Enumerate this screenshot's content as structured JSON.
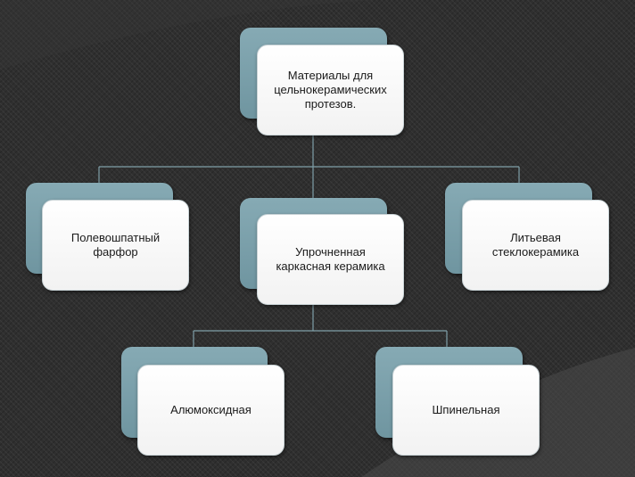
{
  "diagram": {
    "root": {
      "label": "Материалы для\nцельнокерамических\nпротезов."
    },
    "level1": [
      {
        "label": "Полевошпатный\nфарфор"
      },
      {
        "label": "Упрочненная\nкаркасная керамика"
      },
      {
        "label": "Литьевая\nстеклокерамика"
      }
    ],
    "level2": [
      {
        "label": "Алюмоксидная"
      },
      {
        "label": "Шпинельная"
      }
    ]
  },
  "colors": {
    "background": "#2f2f2f",
    "accent_teal": "#7ea3ad",
    "box_fill": "#ffffff",
    "connector": "#7f9fa8"
  }
}
